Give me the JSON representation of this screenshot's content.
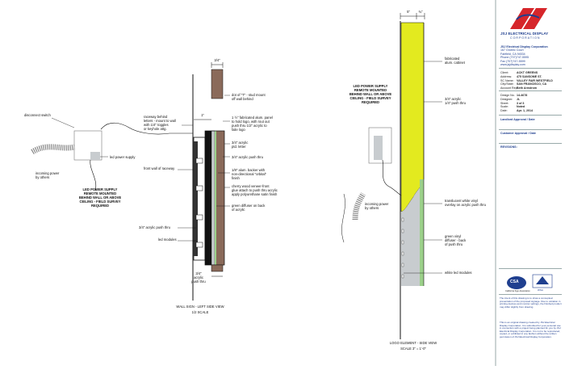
{
  "left_view": {
    "dim_top": "3/4\"",
    "dim_mid": "1\"",
    "labels": {
      "disconnect_switch": "disconnect switch",
      "led_power_supply": "led power supply",
      "incoming_power": "incoming power\nby others",
      "remote_mount_note": "LED POWER SUPPLY\nREMOTE MOUNTED\nBEHIND WALL OR ABOVE\nCEILING - FIELD SURVEY\nREQUIRED",
      "raceway_behind": "raceway behind\nletters - mount to wall\nwith 1/4\" toggles\nor keyhole attg.",
      "front_wall_raceway": "front wall of raceway",
      "push_thru_bottom_left": "3/4\" acrylic push thru",
      "led_modules": "led modules",
      "dim_bottom": "3/4\"\nacrylic\npush thru",
      "stud_mount": "dot of \"T\" - stud mount\noff wall behind",
      "alum_panel": "1 ½\" fabricated alum. panel\nto hold logo, with rout out\npush thru 1/2\" acrylic to\nfaile logo",
      "acrylic_letter": "3/4\" acrylic\nptd. letter",
      "push_thru_right": "3/4\" acrylic push thru",
      "alum_backer": "1/8\" alum. backer with\nnon-directional \"orbital\"\nfinish",
      "cherry_wood": "cherry wood veneer-front\nglue attach to push thru acrylic\napply polyurethane satin finish",
      "green_diffuser": "green diffuser on back\nof acrylic",
      "title": "WALL SIGN - LEFT SIDE VIEW",
      "scale": "1/2 SCALE"
    }
  },
  "right_view": {
    "dim_top_a": "5\"",
    "dim_top_b": "¾\"",
    "labels": {
      "remote_mount_note": "LED POWER SUPPLY\nREMOTE MOUNTED\nBEHIND WALL OR ABOVE\nCEILING - FIELD SURVEY\nREQUIRED",
      "incoming_power": "incoming power\nby others",
      "fabricated_cabinet": "fabricated\nalum. cabinet",
      "push_thru": "3/4\" acrylic\n1/4\" push thru",
      "translucent_vinyl": "translucent white vinyl\noverlay on acrylic push thru",
      "green_vinyl": "green vinyl\ndiffuser - back\nof push thru",
      "white_led": "white led modules",
      "title": "LOGO ELEMENT - SIDE VIEW",
      "scale": "SCALE 3\" = 1'-0\""
    }
  },
  "title_block": {
    "company": "JSJ ELECTRICAL DISPLAY",
    "corporation": "CORPORATION",
    "address_lines": [
      "JSJ Electrical Display Corporation",
      "167 Grobric Court",
      "Fairfield, CA  94534",
      "Phone (707)747-5595",
      "Fax (707)747-5599",
      "www.jsjdisplay.com"
    ],
    "info": [
      {
        "k": "Client:",
        "v": "ACKT GREENS"
      },
      {
        "k": "Address:",
        "v": "475 SANSOME ST."
      },
      {
        "k": "SC Name:",
        "v": "VALLEY FAIR WESTFIELD"
      },
      {
        "k": "City/State:",
        "v": "SAN FRANCISCO, CA"
      },
      {
        "k": "Account Rep.",
        "v": "Beth Arnstrom"
      }
    ],
    "design": [
      {
        "k": "Design No.",
        "v": "14-4678"
      },
      {
        "k": "Designer:",
        "v": "JL"
      },
      {
        "k": "Sheet:",
        "v": "3  of  3"
      },
      {
        "k": "Scale:",
        "v": "Noted"
      },
      {
        "k": "Date:",
        "v": "Apr. 1, 2014"
      }
    ],
    "landlord_approval": "Landlord Approval / Date",
    "customer_approval": "Customer Approval / Date",
    "revisions": "REVISIONS:",
    "badge_csa": "CSA",
    "badge_csa_sub": "California Sign Association",
    "badge_wsa": "WSA",
    "disclaimer": "The intent of this drawing is to show a conceptual presentation of the proposed signage. Due to variation in printing devices and monitor settings, the finished product may differ slightly from drawing.",
    "copyright": "This is an original drawing created by JSJ Electrical Display Corporation. It is submitted for your personal use in connection with a project being planned for you by JSJ Electrical Display Corporation. It is not to be reproduced, copied, or exhibited in any fashion without the written permission of JSJ Electrical Display Corporation.",
    "colors": {
      "brand_red": "#d6262b",
      "brand_blue": "#1f3f8f"
    }
  },
  "drawing_colors": {
    "cabinet_yellow": "#e3ea1f",
    "panel_brown": "#8a6a5a",
    "diffuser_green": "#9bd08a",
    "face_gray": "#c8cccf"
  }
}
